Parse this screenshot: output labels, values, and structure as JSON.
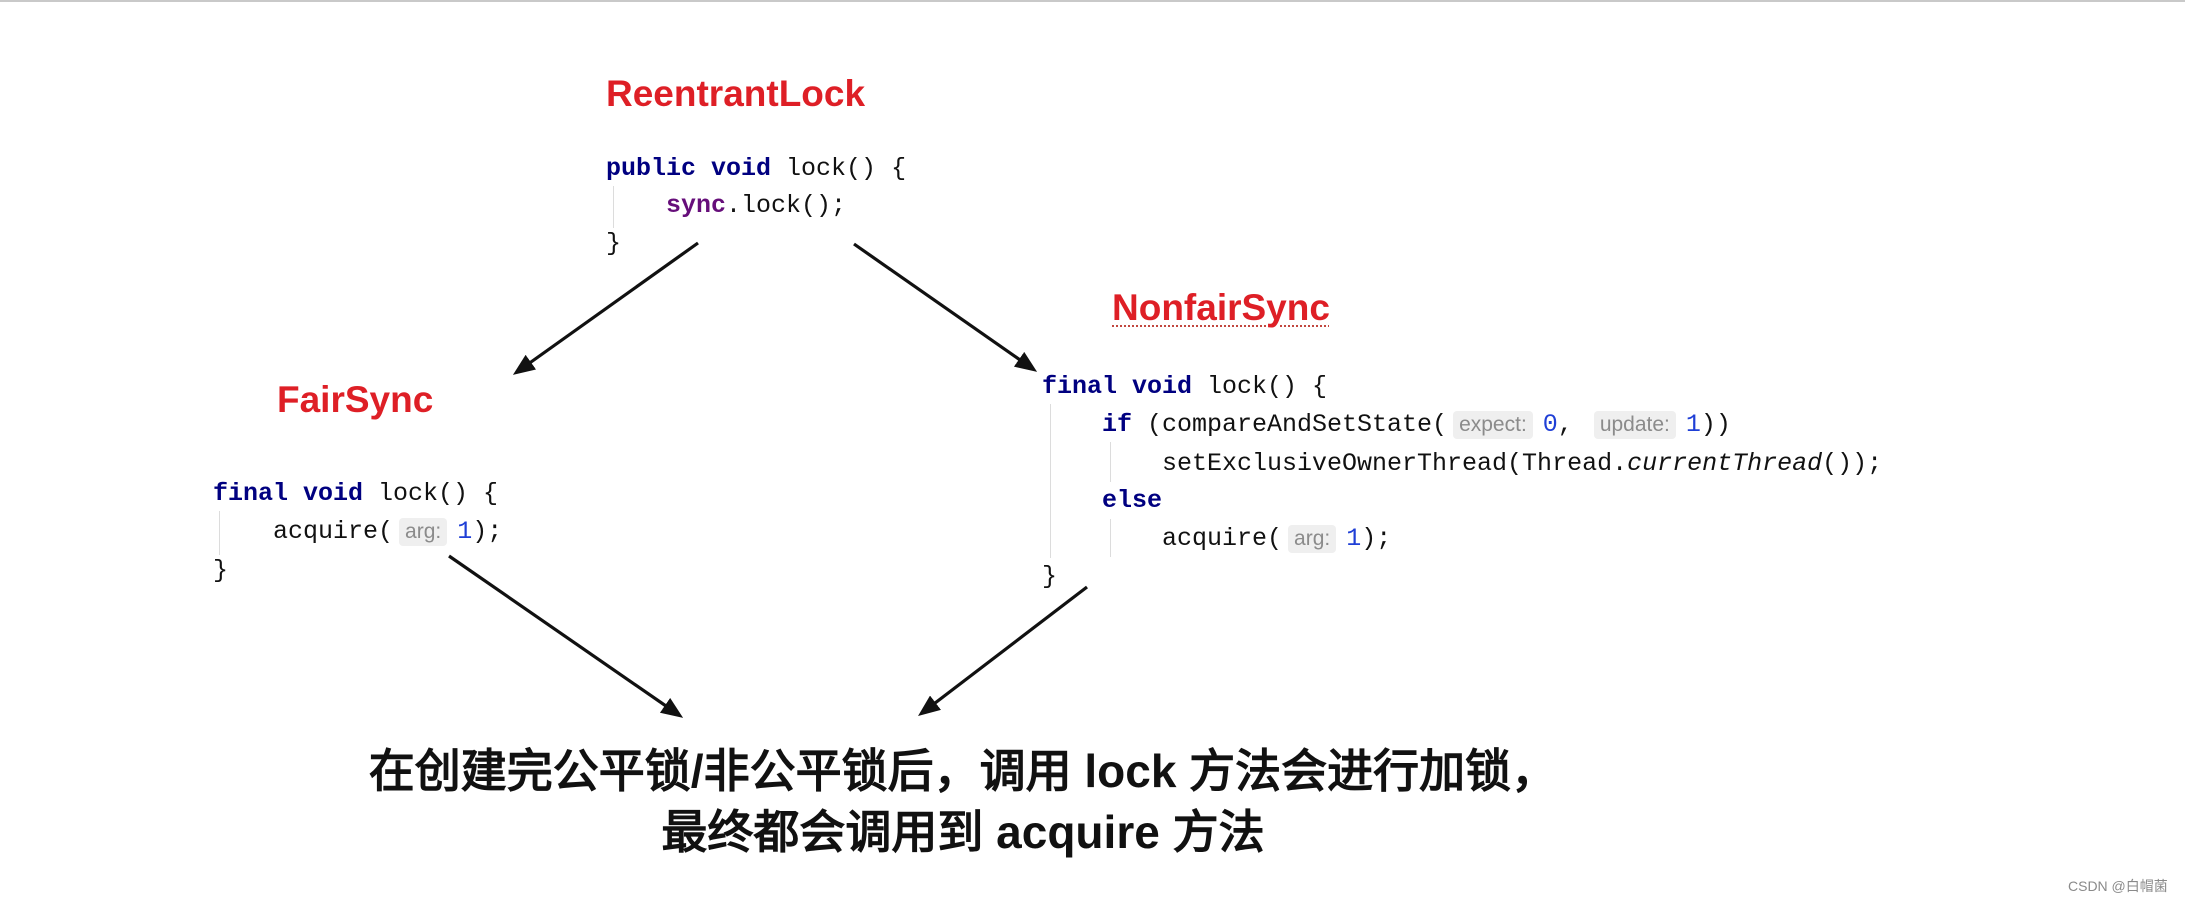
{
  "diagram": {
    "reentrant_lock": {
      "title": "ReentrantLock",
      "line1": {
        "kw_public": "public ",
        "kw_void": "void ",
        "text": "lock() {"
      },
      "line2": {
        "field": "sync",
        "text": ".lock();"
      },
      "line3": {
        "text": "}"
      }
    },
    "fair_sync": {
      "title": "FairSync",
      "line1": {
        "kw_final": "final ",
        "kw_void": "void ",
        "text": "lock() {"
      },
      "line2": {
        "text_before": "acquire(",
        "hint": "arg:",
        "number": "1",
        "text_after": ");"
      },
      "line3": {
        "text": "}"
      }
    },
    "nonfair_sync": {
      "title": "NonfairSync",
      "line1": {
        "kw_final": "final ",
        "kw_void": "void ",
        "text": "lock() {"
      },
      "line2": {
        "kw_if": "if ",
        "text_before": "(compareAndSetState(",
        "hint_expect": "expect:",
        "number_expect": "0",
        "separator": ", ",
        "hint_update": "update:",
        "number_update": "1",
        "text_after": "))"
      },
      "line3": {
        "text_before": "setExclusiveOwnerThread(Thread.",
        "method_italic": "currentThread",
        "text_after": "());"
      },
      "line4": {
        "kw_else": "else"
      },
      "line5": {
        "text_before": "acquire(",
        "hint": "arg:",
        "number": "1",
        "text_after": ");"
      },
      "line6": {
        "text": "}"
      }
    },
    "caption": {
      "line1": "在创建完公平锁/非公平锁后，调用 lock 方法会进行加锁，",
      "line2": "最终都会调用到 acquire 方法"
    }
  },
  "watermark": "CSDN @白帽菌",
  "colors": {
    "background": "#ffffff",
    "title_red": "#de1f26",
    "keyword": "#000080",
    "field": "#660e7a",
    "number": "#1f3fd6",
    "hint_text": "#8b8b8b",
    "hint_bg": "#efefef",
    "code_text": "#111111",
    "arrow": "#111111",
    "underline": "#c2473f",
    "guide": "#dcdcdc"
  }
}
